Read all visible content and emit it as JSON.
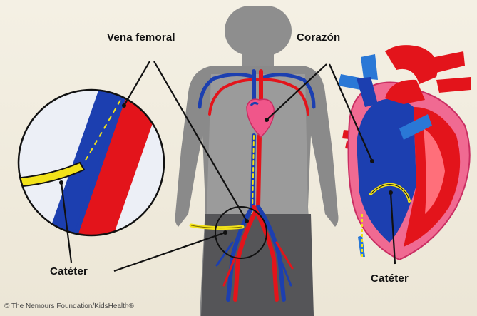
{
  "labels": {
    "femoral_vein": "Vena femoral",
    "heart": "Corazón",
    "catheter_left": "Catéter",
    "catheter_right": "Catéter"
  },
  "credit": "© The Nemours Foundation/KidsHealth®",
  "colors": {
    "background": "#f1ecde",
    "body": "#8f8f8f",
    "vein_blue": "#1a3fae",
    "artery_red": "#e3141b",
    "catheter_yellow": "#f2e21a",
    "heart_pink": "#f0568a"
  }
}
